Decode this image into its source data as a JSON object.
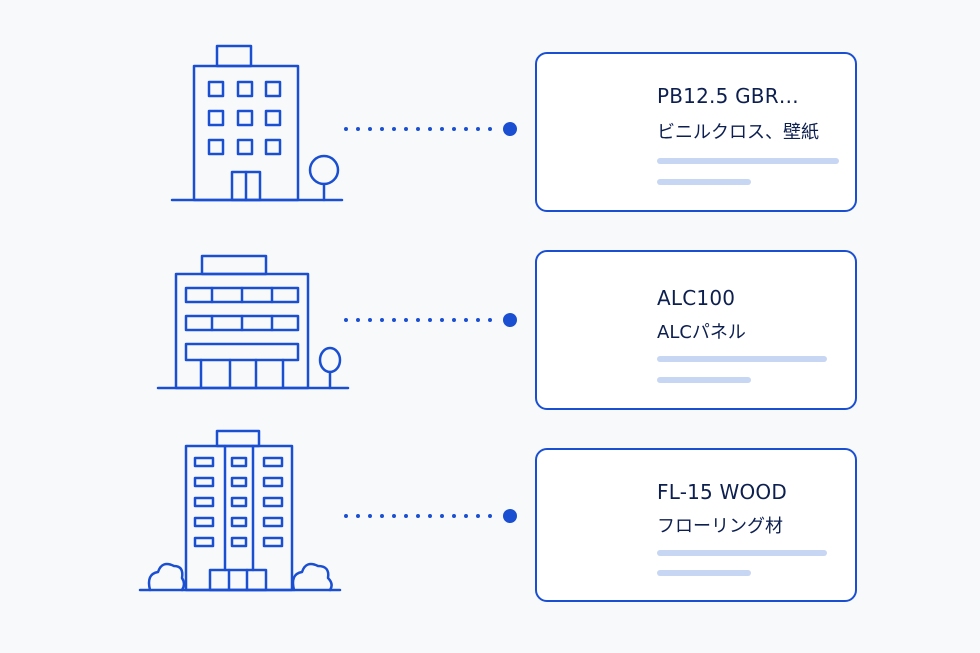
{
  "colors": {
    "accent": "#1a4fd1",
    "text": "#0d1f4f",
    "placeholder_bar": "#c7d6f3",
    "background": "#f8f9fb"
  },
  "rows": [
    {
      "building_icon": "office-building-icon",
      "material_icon": "wallpaper-roll-icon",
      "code": "PB12.5 GBR…",
      "name": "ビニルクロス、壁紙"
    },
    {
      "building_icon": "wide-building-icon",
      "material_icon": "stacked-panels-icon",
      "code": "ALC100",
      "name": "ALCパネル"
    },
    {
      "building_icon": "apartment-tower-icon",
      "material_icon": "wood-plank-icon",
      "code": "FL-15 WOOD",
      "name": "フローリング材"
    }
  ]
}
